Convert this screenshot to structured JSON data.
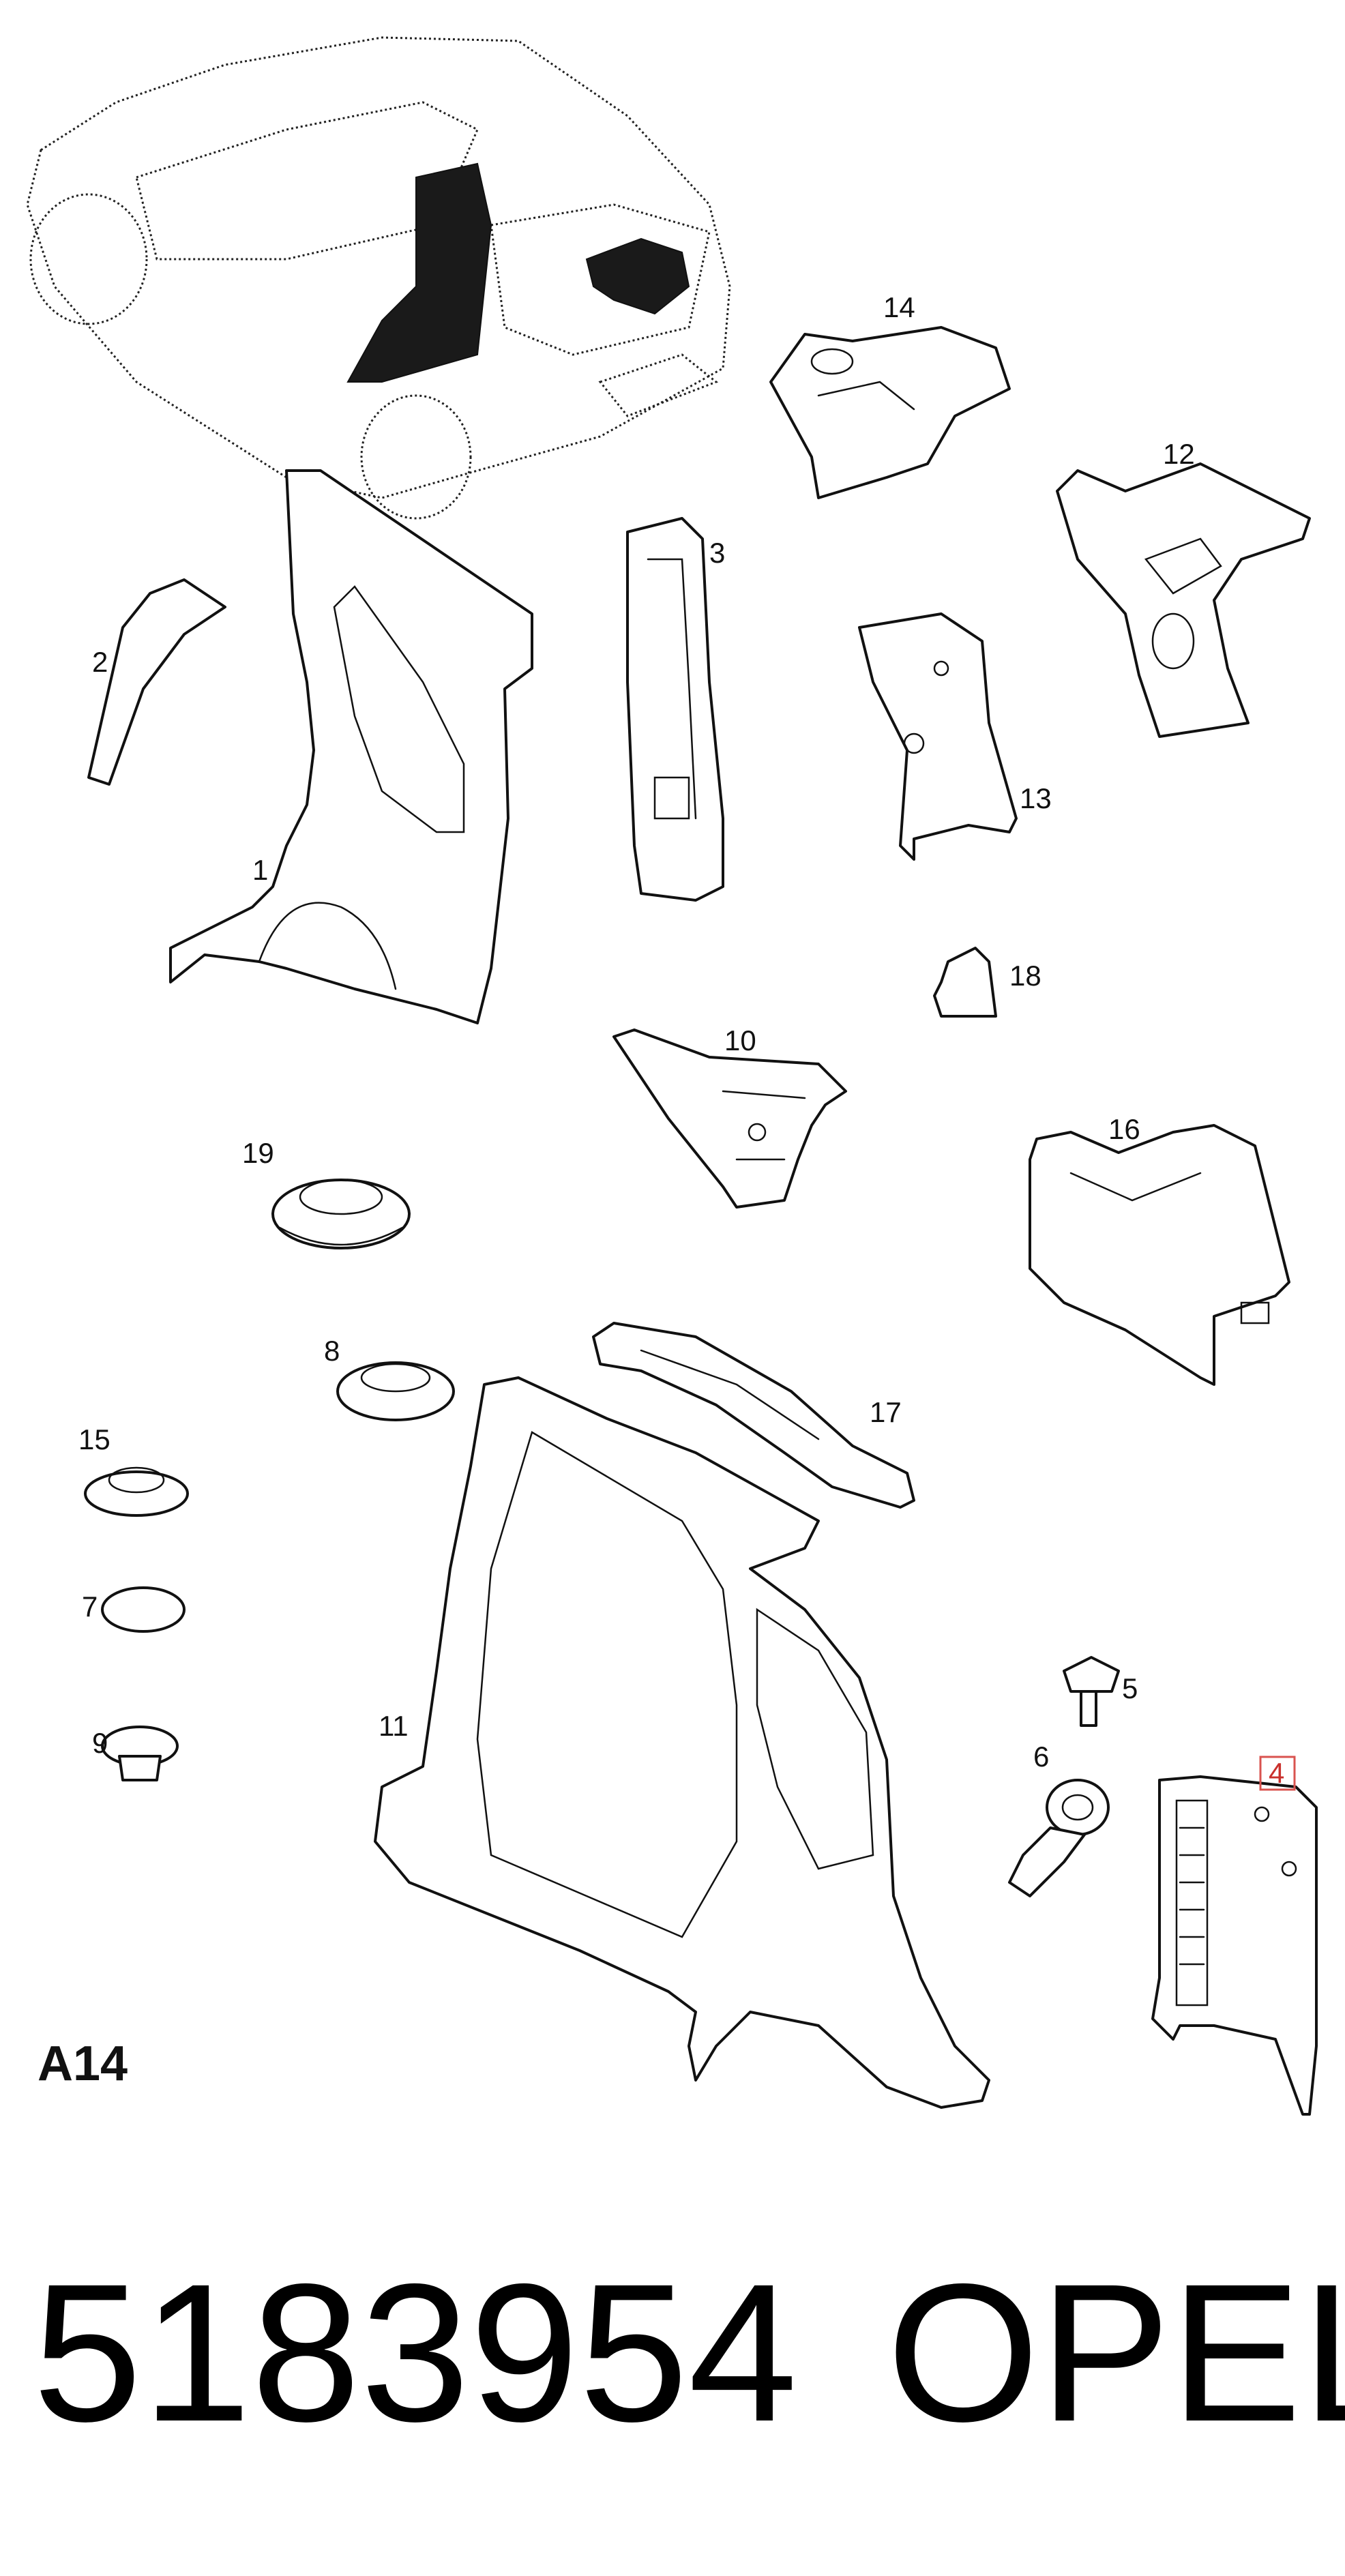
{
  "diagram": {
    "section_code": "A14",
    "callouts": [
      {
        "id": "1",
        "label": "1"
      },
      {
        "id": "2",
        "label": "2"
      },
      {
        "id": "3",
        "label": "3"
      },
      {
        "id": "4",
        "label": "4",
        "highlighted": true
      },
      {
        "id": "5",
        "label": "5"
      },
      {
        "id": "6",
        "label": "6"
      },
      {
        "id": "7",
        "label": "7"
      },
      {
        "id": "8",
        "label": "8"
      },
      {
        "id": "9",
        "label": "9"
      },
      {
        "id": "10",
        "label": "10"
      },
      {
        "id": "11",
        "label": "11"
      },
      {
        "id": "12",
        "label": "12"
      },
      {
        "id": "13",
        "label": "13"
      },
      {
        "id": "14",
        "label": "14"
      },
      {
        "id": "15",
        "label": "15"
      },
      {
        "id": "16",
        "label": "16"
      },
      {
        "id": "17",
        "label": "17"
      },
      {
        "id": "18",
        "label": "18"
      },
      {
        "id": "19",
        "label": "19"
      }
    ],
    "highlight_color": "#d9534f"
  },
  "footer": {
    "part_number": "5183954",
    "brand": "OPEL"
  }
}
